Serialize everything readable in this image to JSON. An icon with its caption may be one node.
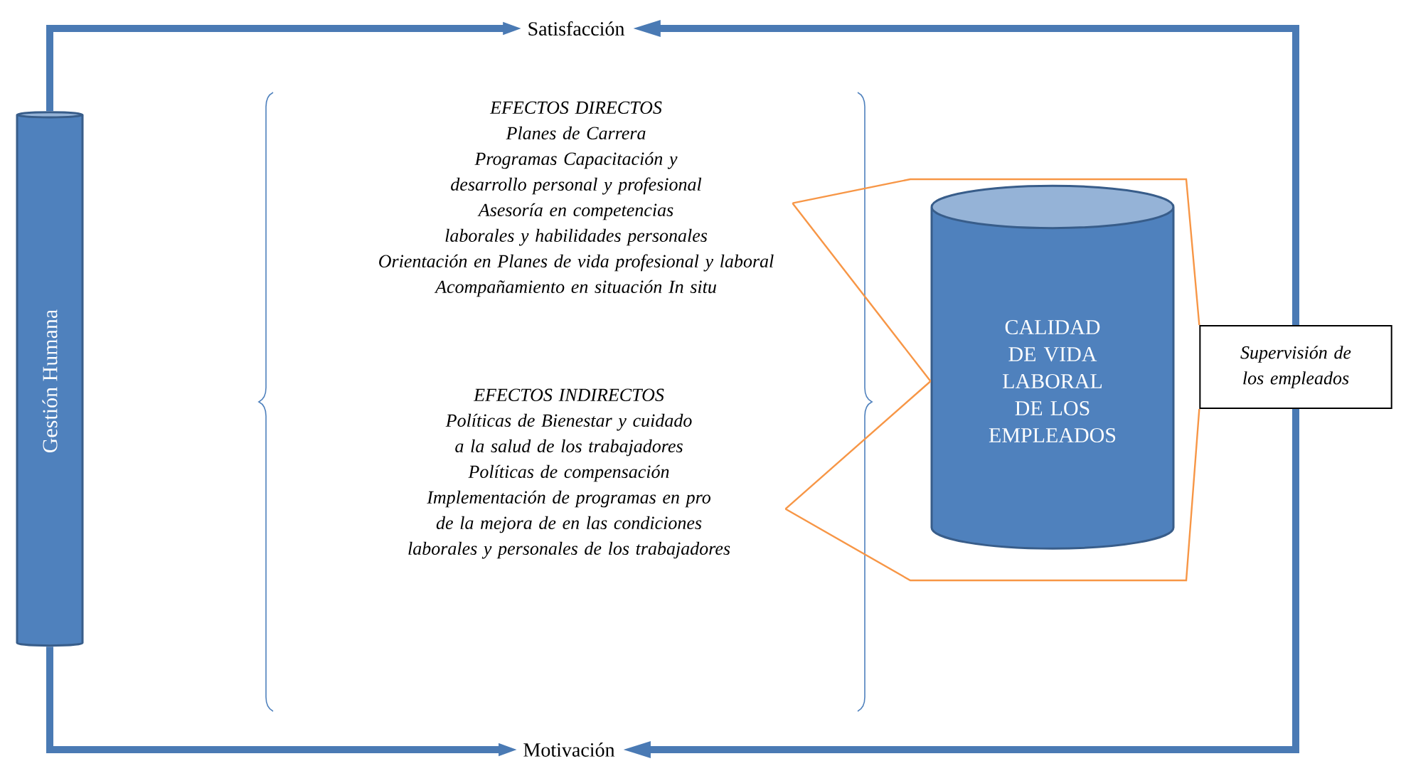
{
  "diagram": {
    "nodes": [
      {
        "text": [
          "Gestión Humana"
        ]
      },
      {
        "text": [
          "Satisfacción"
        ]
      },
      {
        "text": [
          "Motivación"
        ]
      },
      {
        "text": [
          "EFECTOS DIRECTOS",
          "Planes de Carrera",
          "Programas Capacitación y desarrollo personal y profesional",
          "Asesoría en competencias laborales y habilidades personales",
          "Orientación en Planes de vida profesional y laboral",
          "Acompañamiento en situación In situ"
        ]
      },
      {
        "text": [
          "EFECTOS INDIRECTOS",
          "Políticas de Bienestar y cuidado a la salud de los trabajadores",
          "Políticas de compensación",
          "Implementación de programas en pro de la mejora de en las condiciones laborales y personales de los trabajadores"
        ]
      },
      {
        "text": [
          "CALIDAD DE VIDA LABORAL DE LOS EMPLEADOS"
        ]
      },
      {
        "text": [
          "Supervisión de los empleados"
        ]
      }
    ],
    "edges": [
      {
        "from": 0,
        "to": 1,
        "arrow": "to",
        "style": "thick"
      },
      {
        "from": 0,
        "to": 2,
        "arrow": "to",
        "style": "thick"
      },
      {
        "from": 6,
        "to": 1,
        "arrow": "to",
        "style": "thick"
      },
      {
        "from": 6,
        "to": 2,
        "arrow": "to",
        "style": "thick"
      },
      {
        "from": 6,
        "to": 3,
        "arrow": "none",
        "color": "#f79646"
      },
      {
        "from": 5,
        "to": 3,
        "arrow": "none",
        "color": "#f79646"
      },
      {
        "from": 6,
        "to": 4,
        "arrow": "none",
        "color": "#f79646"
      },
      {
        "from": 5,
        "to": 4,
        "arrow": "none",
        "color": "#f79646"
      }
    ]
  }
}
